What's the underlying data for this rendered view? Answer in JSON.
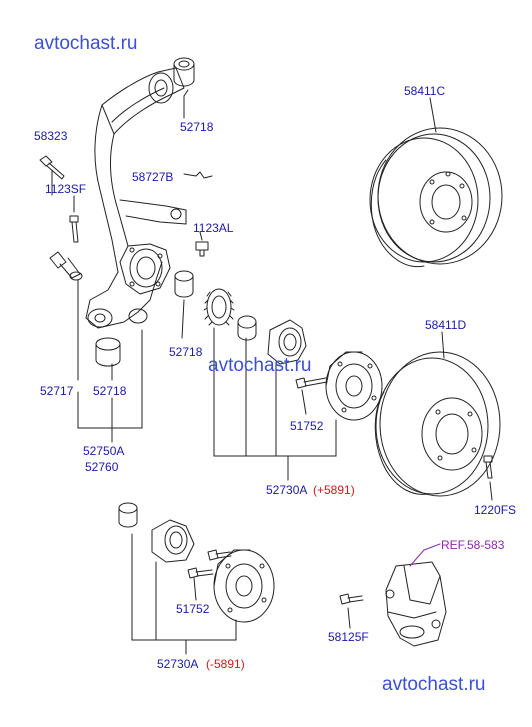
{
  "watermark": "avtochast.ru",
  "labels": {
    "p52718": "52718",
    "p58323": "58323",
    "p1123SF": "1123SF",
    "p58727B": "58727B",
    "p1123AL": "1123AL",
    "p52717": "52717",
    "p52750A": "52750A",
    "p52760": "52760",
    "p51752": "51752",
    "p52730A": "52730A",
    "p58411C": "58411C",
    "p58411D": "58411D",
    "p1220FS": "1220FS",
    "ref58583": "REF.58-583",
    "p58125F": "58125F"
  },
  "variants": {
    "plus": "(+5891)",
    "minus": "(-5891)"
  },
  "colors": {
    "label": "#1a1aa8",
    "variant": "#d21818",
    "reference": "#8a2aa8",
    "watermark": "#3a4fd6",
    "line": "#222222"
  }
}
